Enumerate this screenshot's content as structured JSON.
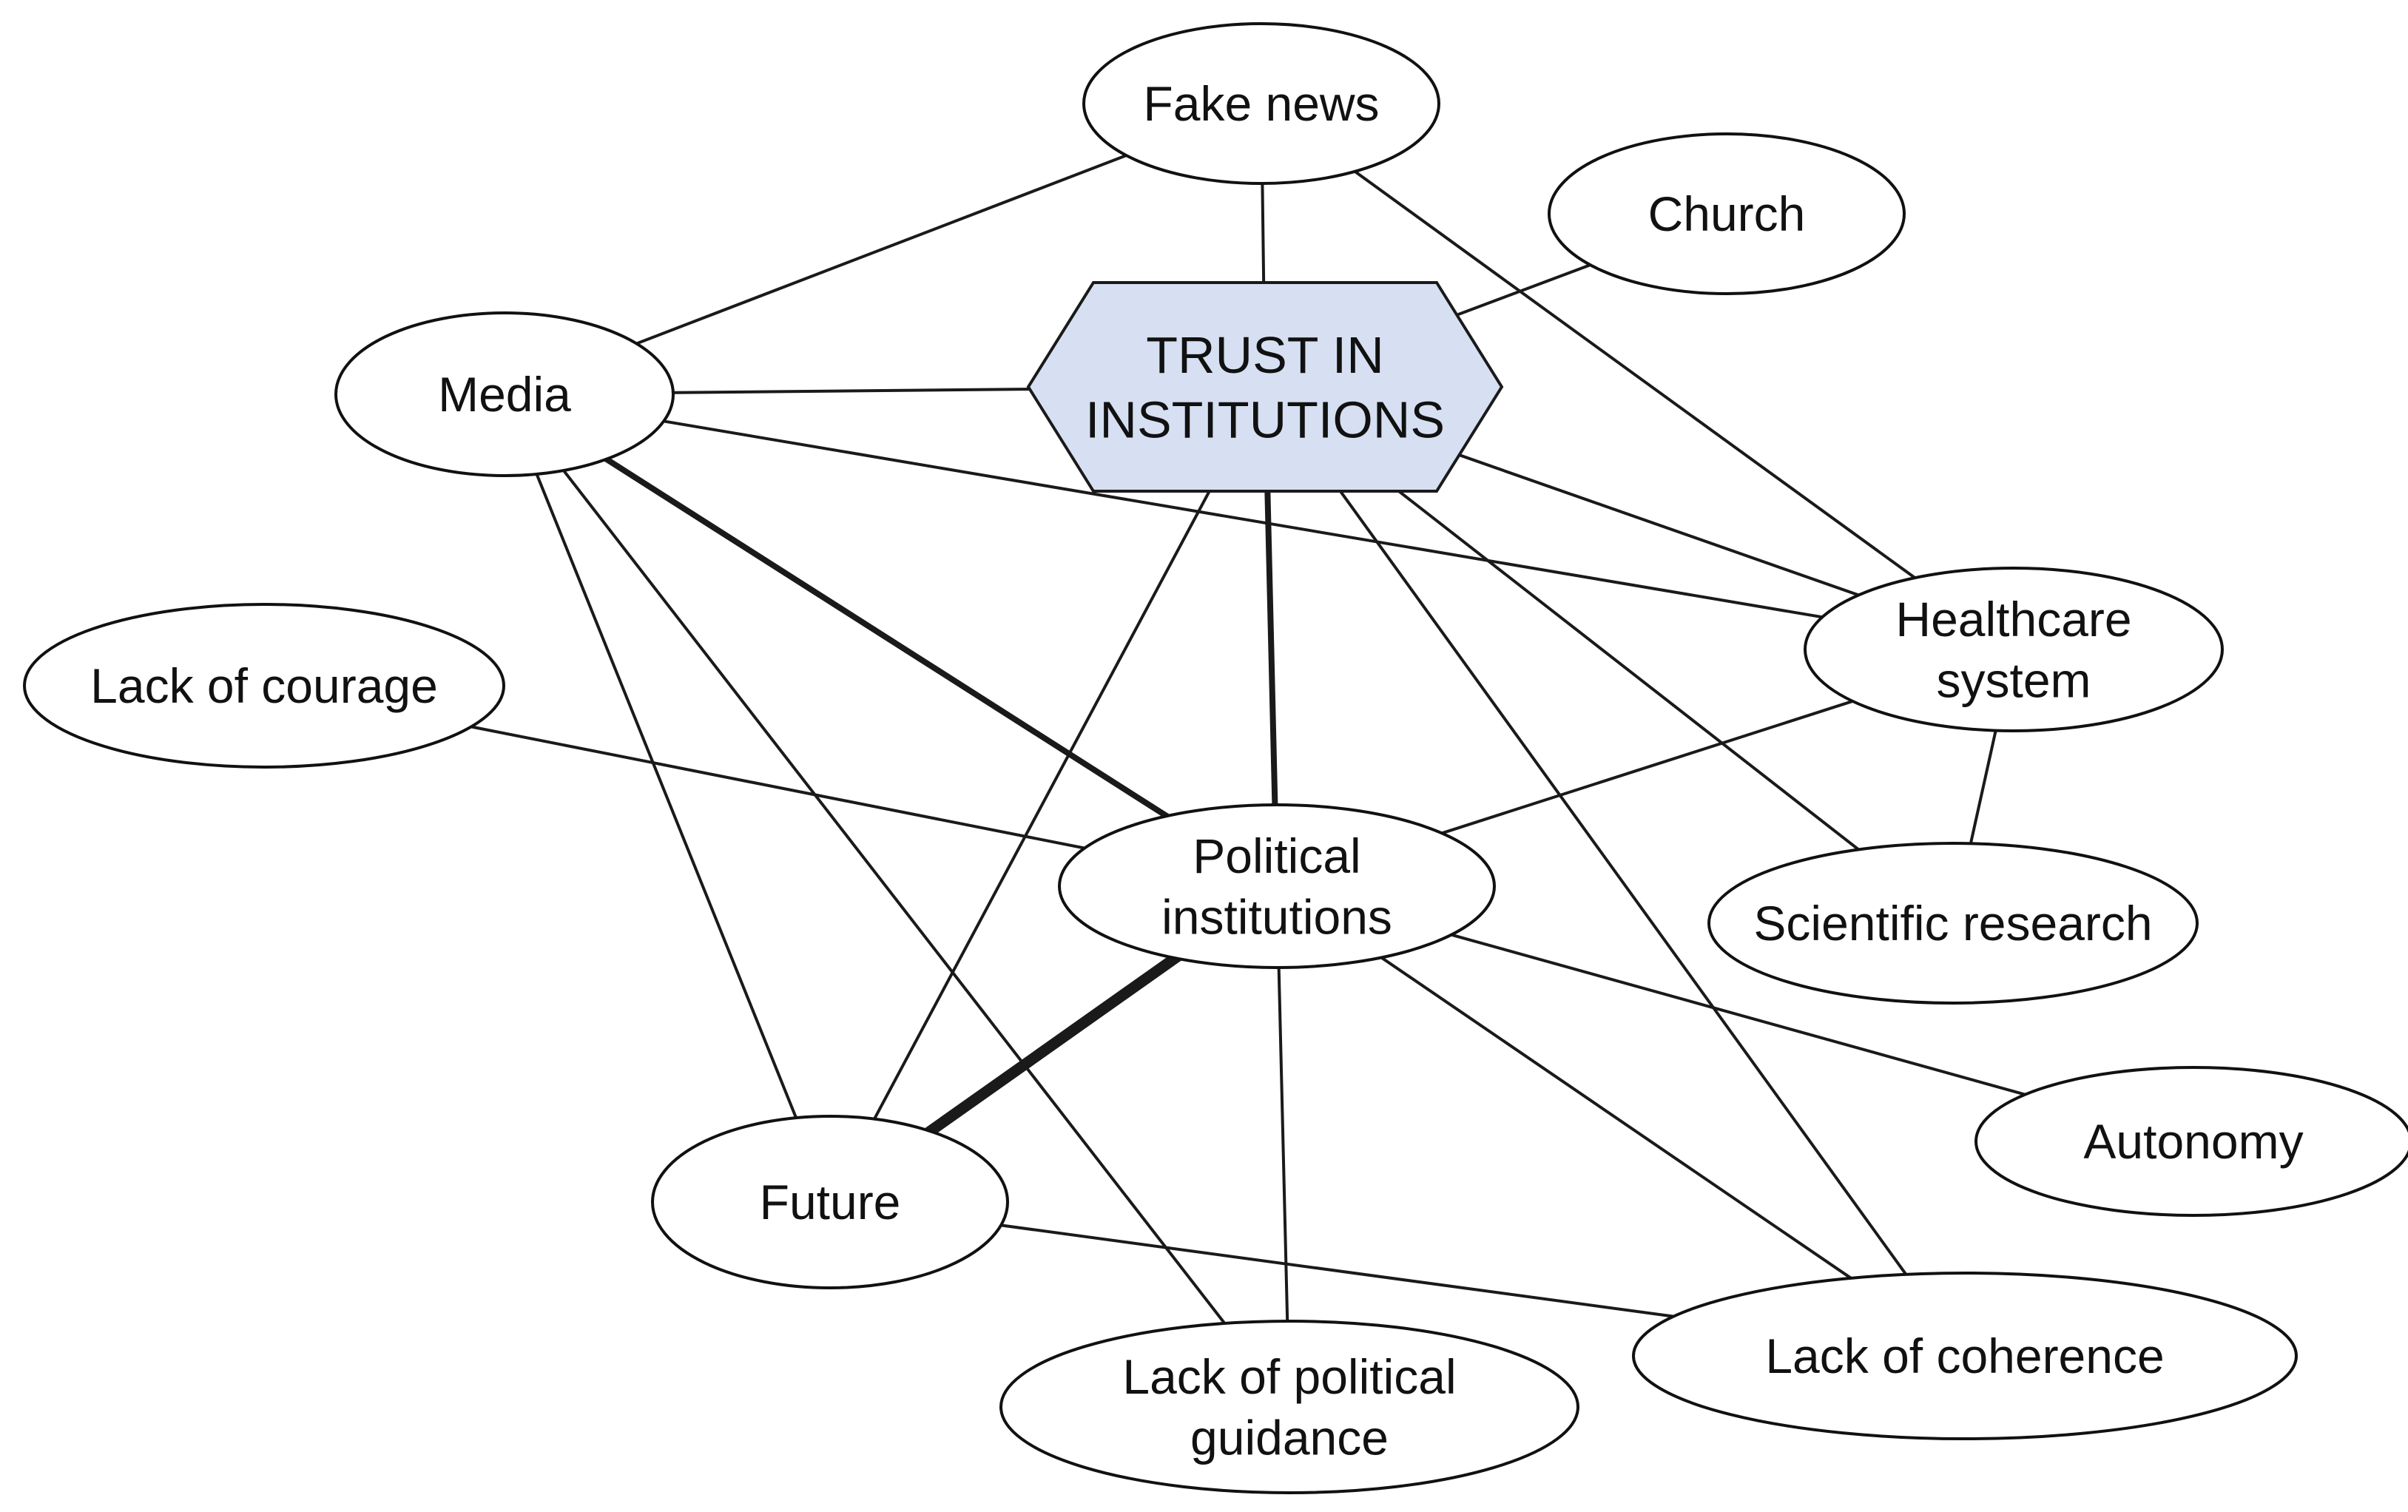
{
  "hub": {
    "id": "trust",
    "label_lines": [
      "TRUST IN",
      "INSTITUTIONS"
    ],
    "fill": "#d6e0f2"
  },
  "nodes": [
    {
      "id": "fake_news",
      "label_lines": [
        "Fake news"
      ]
    },
    {
      "id": "church",
      "label_lines": [
        "Church"
      ]
    },
    {
      "id": "media",
      "label_lines": [
        "Media"
      ]
    },
    {
      "id": "healthcare",
      "label_lines": [
        "Healthcare",
        "system"
      ]
    },
    {
      "id": "lack_courage",
      "label_lines": [
        "Lack of courage"
      ]
    },
    {
      "id": "political",
      "label_lines": [
        "Political",
        "institutions"
      ]
    },
    {
      "id": "scientific",
      "label_lines": [
        "Scientific research"
      ]
    },
    {
      "id": "autonomy",
      "label_lines": [
        "Autonomy"
      ]
    },
    {
      "id": "future",
      "label_lines": [
        "Future"
      ]
    },
    {
      "id": "lack_coherence",
      "label_lines": [
        "Lack of coherence"
      ]
    },
    {
      "id": "lack_guidance",
      "label_lines": [
        "Lack of political",
        "guidance"
      ]
    }
  ],
  "edges": [
    {
      "from": "fake_news",
      "to": "media",
      "strength": 1
    },
    {
      "from": "fake_news",
      "to": "trust",
      "strength": 1
    },
    {
      "from": "fake_news",
      "to": "healthcare",
      "strength": 1
    },
    {
      "from": "church",
      "to": "trust",
      "strength": 1
    },
    {
      "from": "media",
      "to": "trust",
      "strength": 1
    },
    {
      "from": "media",
      "to": "healthcare",
      "strength": 1
    },
    {
      "from": "media",
      "to": "political",
      "strength": 2
    },
    {
      "from": "media",
      "to": "future",
      "strength": 1
    },
    {
      "from": "media",
      "to": "lack_guidance",
      "strength": 1
    },
    {
      "from": "trust",
      "to": "political",
      "strength": 2
    },
    {
      "from": "trust",
      "to": "future",
      "strength": 1
    },
    {
      "from": "trust",
      "to": "healthcare",
      "strength": 1
    },
    {
      "from": "trust",
      "to": "scientific",
      "strength": 1
    },
    {
      "from": "trust",
      "to": "lack_coherence",
      "strength": 1
    },
    {
      "from": "healthcare",
      "to": "political",
      "strength": 1
    },
    {
      "from": "healthcare",
      "to": "scientific",
      "strength": 1
    },
    {
      "from": "lack_courage",
      "to": "political",
      "strength": 1
    },
    {
      "from": "political",
      "to": "future",
      "strength": 3
    },
    {
      "from": "political",
      "to": "lack_guidance",
      "strength": 1
    },
    {
      "from": "political",
      "to": "lack_coherence",
      "strength": 1
    },
    {
      "from": "political",
      "to": "autonomy",
      "strength": 1
    },
    {
      "from": "future",
      "to": "lack_coherence",
      "strength": 1
    }
  ]
}
